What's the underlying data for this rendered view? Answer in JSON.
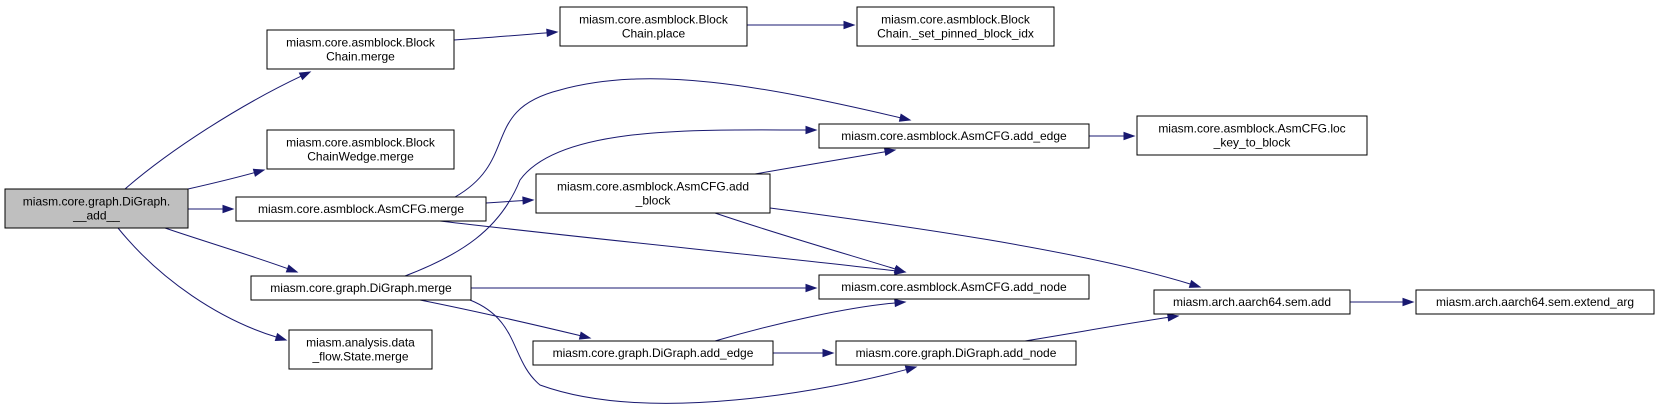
{
  "colors": {
    "edge": "#191970",
    "root_fill": "#bfbfbf",
    "node_fill": "#ffffff",
    "border": "#000000"
  },
  "nodes": [
    {
      "id": "digraph-add",
      "lines": [
        "miasm.core.graph.DiGraph.",
        "__add__"
      ],
      "root": true
    },
    {
      "id": "blockchain-merge",
      "lines": [
        "miasm.core.asmblock.Block",
        "Chain.merge"
      ]
    },
    {
      "id": "blockchain-place",
      "lines": [
        "miasm.core.asmblock.Block",
        "Chain.place"
      ]
    },
    {
      "id": "blockchain-set-pinned",
      "lines": [
        "miasm.core.asmblock.Block",
        "Chain._set_pinned_block_idx"
      ]
    },
    {
      "id": "blockchainwedge-merge",
      "lines": [
        "miasm.core.asmblock.Block",
        "ChainWedge.merge"
      ]
    },
    {
      "id": "asmcfg-merge",
      "lines": [
        "miasm.core.asmblock.AsmCFG.merge"
      ]
    },
    {
      "id": "asmcfg-add-edge",
      "lines": [
        "miasm.core.asmblock.AsmCFG.add_edge"
      ]
    },
    {
      "id": "asmcfg-loc-key",
      "lines": [
        "miasm.core.asmblock.AsmCFG.loc",
        "_key_to_block"
      ]
    },
    {
      "id": "asmcfg-add-block",
      "lines": [
        "miasm.core.asmblock.AsmCFG.add",
        "_block"
      ]
    },
    {
      "id": "asmcfg-add-node",
      "lines": [
        "miasm.core.asmblock.AsmCFG.add_node"
      ]
    },
    {
      "id": "digraph-merge",
      "lines": [
        "miasm.core.graph.DiGraph.merge"
      ]
    },
    {
      "id": "sem-add",
      "lines": [
        "miasm.arch.aarch64.sem.add"
      ]
    },
    {
      "id": "sem-extend-arg",
      "lines": [
        "miasm.arch.aarch64.sem.extend_arg"
      ]
    },
    {
      "id": "state-merge",
      "lines": [
        "miasm.analysis.data",
        "_flow.State.merge"
      ]
    },
    {
      "id": "digraph-add-edge",
      "lines": [
        "miasm.core.graph.DiGraph.add_edge"
      ]
    },
    {
      "id": "digraph-add-node",
      "lines": [
        "miasm.core.graph.DiGraph.add_node"
      ]
    }
  ],
  "edges": [
    {
      "from": "digraph-add",
      "to": "blockchain-merge"
    },
    {
      "from": "digraph-add",
      "to": "blockchainwedge-merge"
    },
    {
      "from": "digraph-add",
      "to": "asmcfg-merge"
    },
    {
      "from": "digraph-add",
      "to": "digraph-merge"
    },
    {
      "from": "digraph-add",
      "to": "state-merge"
    },
    {
      "from": "blockchain-merge",
      "to": "blockchain-place"
    },
    {
      "from": "blockchain-place",
      "to": "blockchain-set-pinned"
    },
    {
      "from": "asmcfg-merge",
      "to": "asmcfg-add-edge"
    },
    {
      "from": "asmcfg-merge",
      "to": "asmcfg-add-block"
    },
    {
      "from": "asmcfg-merge",
      "to": "asmcfg-add-node"
    },
    {
      "from": "asmcfg-add-edge",
      "to": "asmcfg-loc-key"
    },
    {
      "from": "asmcfg-add-block",
      "to": "asmcfg-add-edge"
    },
    {
      "from": "asmcfg-add-block",
      "to": "asmcfg-add-node"
    },
    {
      "from": "asmcfg-add-block",
      "to": "sem-add"
    },
    {
      "from": "digraph-merge",
      "to": "asmcfg-add-edge"
    },
    {
      "from": "digraph-merge",
      "to": "asmcfg-add-node"
    },
    {
      "from": "digraph-merge",
      "to": "digraph-add-edge"
    },
    {
      "from": "digraph-merge",
      "to": "digraph-add-node"
    },
    {
      "from": "digraph-add-edge",
      "to": "asmcfg-add-node"
    },
    {
      "from": "digraph-add-edge",
      "to": "digraph-add-node"
    },
    {
      "from": "digraph-add-node",
      "to": "sem-add"
    },
    {
      "from": "sem-add",
      "to": "sem-extend-arg"
    }
  ]
}
